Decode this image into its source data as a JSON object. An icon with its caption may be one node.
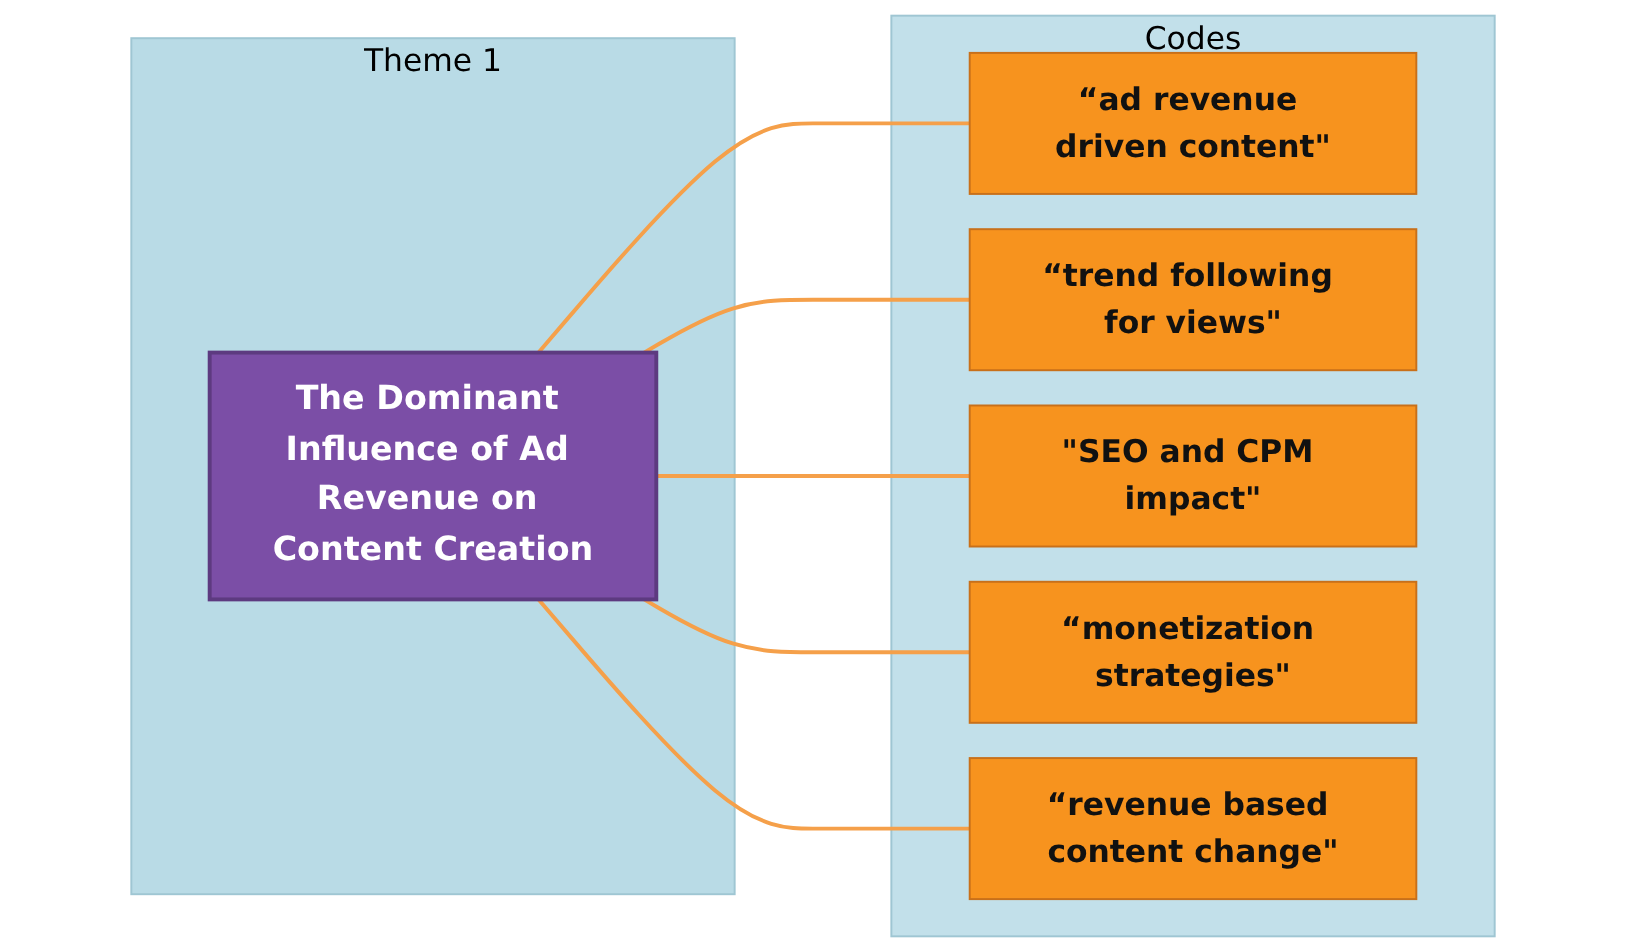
{
  "diagram": {
    "nodes": [
      {
        "text": [
          "Theme 1"
        ]
      },
      {
        "text": [
          "The Dominant Influence of Ad Revenue on Content Creation"
        ],
        "in": 0
      },
      {
        "text": [
          "Codes"
        ]
      },
      {
        "text": [
          "“ad revenue driven content\""
        ],
        "in": 2
      },
      {
        "text": [
          "“trend following for views\""
        ],
        "in": 2
      },
      {
        "text": [
          "\"SEO and CPM impact\""
        ],
        "in": 2
      },
      {
        "text": [
          "“monetization strategies\""
        ],
        "in": 2
      },
      {
        "text": [
          "“revenue based content change\""
        ],
        "in": 2
      }
    ],
    "edges": [
      {
        "from": 1,
        "to": 3,
        "arrow": "none"
      },
      {
        "from": 1,
        "to": 4,
        "arrow": "none"
      },
      {
        "from": 1,
        "to": 5,
        "arrow": "none"
      },
      {
        "from": 1,
        "to": 6,
        "arrow": "none"
      },
      {
        "from": 1,
        "to": 7,
        "arrow": "none"
      }
    ]
  }
}
